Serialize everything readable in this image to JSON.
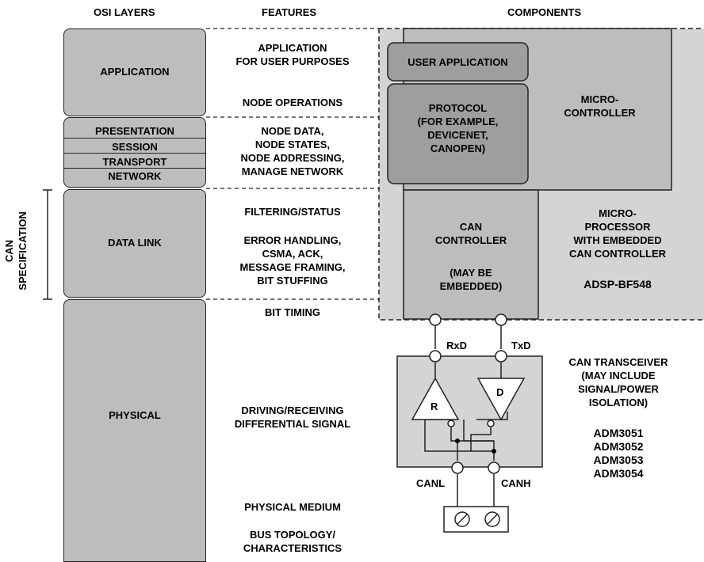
{
  "headers": {
    "osi": "OSI LAYERS",
    "features": "FEATURES",
    "components": "COMPONENTS"
  },
  "layers": {
    "application": "APPLICATION",
    "presentation": "PRESENTATION",
    "session": "SESSION",
    "transport": "TRANSPORT",
    "network": "NETWORK",
    "data_link": "DATA LINK",
    "physical": "PHYSICAL"
  },
  "can_spec": [
    "CAN",
    "SPECIFICATION"
  ],
  "features": {
    "app_1": "APPLICATION",
    "app_2": "FOR USER PURPOSES",
    "node_ops": "NODE OPERATIONS",
    "pres_1": "NODE DATA,",
    "pres_2": "NODE STATES,",
    "pres_3": "NODE ADDRESSING,",
    "pres_4": "MANAGE NETWORK",
    "filtering": "FILTERING/STATUS",
    "err_1": "ERROR HANDLING,",
    "err_2": "CSMA, ACK,",
    "err_3": "MESSAGE FRAMING,",
    "err_4": "BIT STUFFING",
    "bit_timing": "BIT TIMING",
    "drv_1": "DRIVING/RECEIVING",
    "drv_2": "DIFFERENTIAL SIGNAL",
    "medium": "PHYSICAL MEDIUM",
    "bus_1": "BUS TOPOLOGY/",
    "bus_2": "CHARACTERISTICS"
  },
  "components": {
    "user_app": "USER APPLICATION",
    "protocol_1": "PROTOCOL",
    "protocol_2": "(FOR EXAMPLE,",
    "protocol_3": "DEVICENET,",
    "protocol_4": "CANOPEN)",
    "micro_1": "MICRO-",
    "micro_2": "CONTROLLER",
    "canc_1": "CAN",
    "canc_2": "CONTROLLER",
    "canc_3": "(MAY BE",
    "canc_4": "EMBEDDED)",
    "mp_1": "MICRO-",
    "mp_2": "PROCESSOR",
    "mp_3": "WITH EMBEDDED",
    "mp_4": "CAN CONTROLLER",
    "mp_part": "ADSP-BF548",
    "rxd": "RxD",
    "txd": "TxD",
    "r": "R",
    "d": "D",
    "canl": "CANL",
    "canh": "CANH",
    "xcvr_1": "CAN TRANSCEIVER",
    "xcvr_2": "(MAY INCLUDE",
    "xcvr_3": "SIGNAL/POWER",
    "xcvr_4": "ISOLATION)",
    "parts": [
      "ADM3051",
      "ADM3052",
      "ADM3053",
      "ADM3054"
    ]
  }
}
